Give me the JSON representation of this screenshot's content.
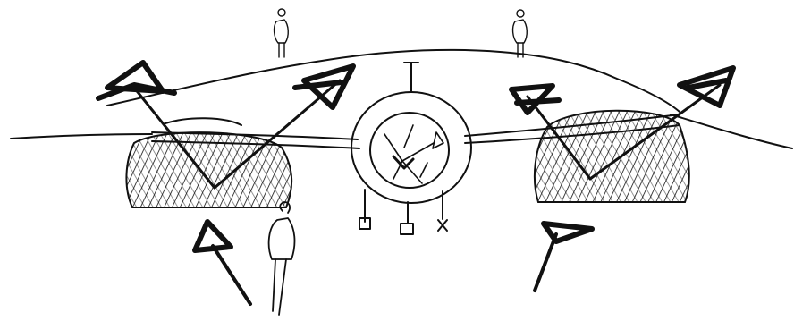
{
  "image": {
    "kind": "hand-drawn sketch",
    "ink_color": "#111111",
    "background_color": "#ffffff",
    "elements": [
      "horizon-line",
      "hill-silhouette",
      "standing-figure-left",
      "standing-figure-right",
      "standing-figure-front",
      "left-hatched-mound",
      "right-hatched-mound",
      "circular-aircraft-body",
      "left-arrow-cluster",
      "right-arrow-cluster"
    ]
  }
}
